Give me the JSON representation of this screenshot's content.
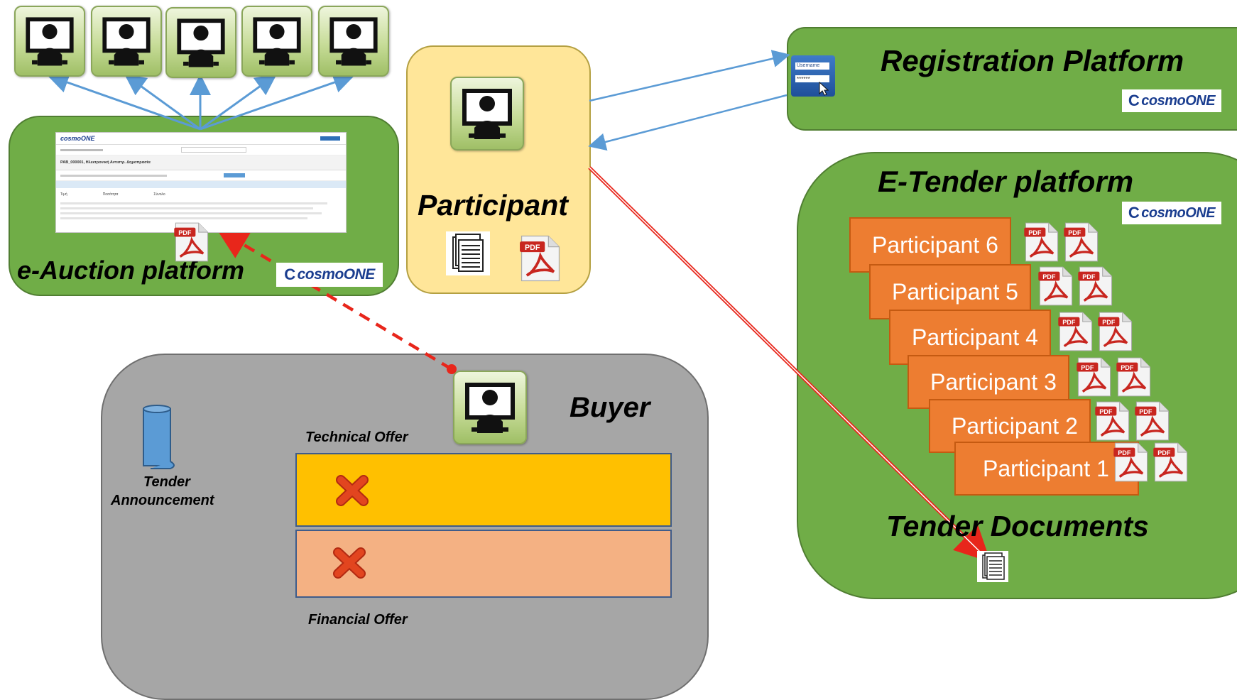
{
  "participant": {
    "title": "Participant"
  },
  "registration": {
    "title": "Registration Platform",
    "login_user": "Username",
    "login_pass": "******"
  },
  "etender": {
    "title": "E-Tender platform",
    "participants": [
      "Participant 6",
      "Participant 5",
      "Participant 4",
      "Participant 3",
      "Participant 2",
      "Participant 1"
    ],
    "documents_title": "Tender Documents"
  },
  "eauction": {
    "title": "e-Auction platform",
    "screenshot": {
      "brand": "cosmoONE",
      "header_item": "PAB_000001, Ηλεκτρονική Αντιστρ. Δημοπρασία",
      "columns": [
        "Τιμή",
        "Ποσότητα",
        "Σύνολο"
      ]
    }
  },
  "buyer": {
    "title": "Buyer",
    "technical_offer": "Technical Offer",
    "financial_offer": "Financial Offer",
    "tender_announcement_line1": "Tender",
    "tender_announcement_line2": "Announcement"
  },
  "brand": {
    "logo_text": "cosmoONE"
  },
  "colors": {
    "green": "#70ad47",
    "participant_fill": "#ffe699",
    "buyer_fill": "#a6a6a6",
    "orange": "#ed7d31",
    "technical_bar": "#ffc000",
    "financial_bar": "#f4b183",
    "arrow_blue": "#5b9bd5",
    "arrow_red": "#e8261b"
  }
}
